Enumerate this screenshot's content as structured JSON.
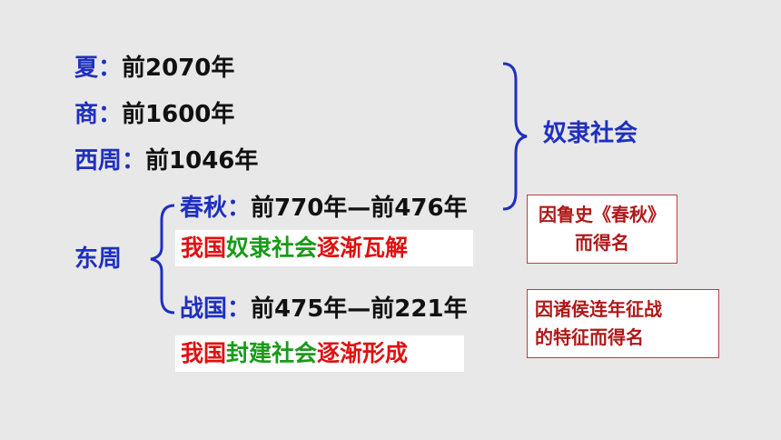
{
  "dynasties": [
    {
      "name": "夏",
      "sep": "：",
      "date": "前2070年"
    },
    {
      "name": "商",
      "sep": "：",
      "date": "前1600年"
    },
    {
      "name": "西周",
      "sep": "：",
      "date": "前1046年"
    }
  ],
  "slave_society_label": "奴隶社会",
  "east_zhou": {
    "label": "东周",
    "chunqiu": {
      "name": "春秋",
      "sep": "：",
      "date": "前770年—前476年"
    },
    "zhanguo": {
      "name": "战国",
      "sep": "：",
      "date": "前475年—前221年"
    }
  },
  "highlight_1": {
    "p1": "我国",
    "p2": "奴隶社会",
    "p3": "逐渐瓦解"
  },
  "highlight_2": {
    "p1": "我国",
    "p2": "封建社会",
    "p3": "逐渐形成"
  },
  "note_chunqiu": {
    "line1": "因鲁史《春秋》",
    "line2": "而得名"
  },
  "note_zhanguo": {
    "line1": "因诸侯连年征战",
    "line2": "的特征而得名"
  },
  "colors": {
    "background": "#e8e8e8",
    "dynasty_blue": "#1f2fbf",
    "date_black": "#111111",
    "highlight_red": "#e01010",
    "highlight_green": "#1a9a1a",
    "note_text": "#b01818",
    "note_border": "#b84040"
  }
}
